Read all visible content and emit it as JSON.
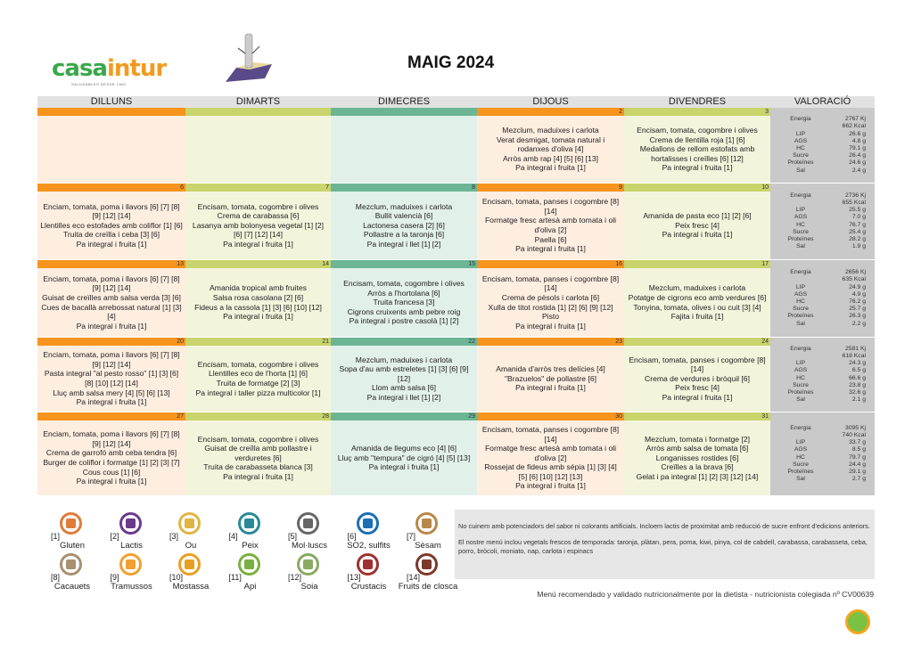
{
  "header": {
    "brand_a": "casa",
    "brand_b": "intur",
    "brand_tagline": "SALUDABLES DESDE 1961",
    "title": "MAIG 2024"
  },
  "columns": [
    "DILLUNS",
    "DIMARTS",
    "DIMECRES",
    "DIJOUS",
    "DIVENDRES",
    "VALORACIÓ"
  ],
  "weeks": [
    {
      "days": [
        {
          "n": "",
          "lines": []
        },
        {
          "n": "",
          "lines": []
        },
        {
          "n": "",
          "lines": []
        },
        {
          "n": "2",
          "lines": [
            "Mezclum, maduixes i carlota",
            "Verat desmigat, tomata natural i rodanxes d'oliva [4]",
            "Arròs amb rap [4] [5] [6] [13]",
            "Pa integral i fruita [1]"
          ]
        },
        {
          "n": "3",
          "lines": [
            "Encisam, tomata, cogombre i olives",
            "Crema de llentilla roja [1] [6]",
            "Medallons de rellom estofats amb hortalisses i creïlles [6] [12]",
            "Pa integral i fruita [1]"
          ]
        }
      ],
      "val": [
        "2767 Kj",
        "662 Kcal",
        "26.6 g",
        "4.8 g",
        "79.1 g",
        "26.4 g",
        "24.6 g",
        "2.4 g"
      ]
    },
    {
      "days": [
        {
          "n": "6",
          "lines": [
            "Enciam, tomata, poma i llavors [6] [7] [8] [9] [12] [14]",
            "Llentilles eco estofades amb coliflor [1] [6]",
            "Truita de creïlla i ceba [3] [6]",
            "Pa integral i fruita [1]"
          ]
        },
        {
          "n": "7",
          "lines": [
            "Encisam, tomata, cogombre i olives",
            "Crema de carabassa [6]",
            "Lasanya amb bolonyesa vegetal [1] [2] [6] [7] [12] [14]",
            "Pa integral i fruita [1]"
          ]
        },
        {
          "n": "8",
          "lines": [
            "Mezclum, maduixes i carlota",
            "Bullit valencià [6]",
            "Lactonesa casera [2] [6]",
            "Pollastre a la taronja [6]",
            "Pa integral i llet [1] [2]"
          ]
        },
        {
          "n": "9",
          "lines": [
            "Encisam, tomata, panses i cogombre [8] [14]",
            "Formatge fresc artesà amb tomata i oli d'oliva [2]",
            "Paella [6]",
            "Pa integral i fruita [1]"
          ]
        },
        {
          "n": "10",
          "lines": [
            "Amanida de pasta eco [1] [2] [6]",
            "Peix fresc [4]",
            "Pa integral i fruita [1]"
          ]
        }
      ],
      "val": [
        "2736 Kj",
        "655 Kcal",
        "25.5 g",
        "7.0 g",
        "76.7 g",
        "25.4 g",
        "28.2 g",
        "1.9 g"
      ]
    },
    {
      "days": [
        {
          "n": "13",
          "lines": [
            "Enciam, tomata, poma i llavors [6] [7] [8] [9] [12] [14]",
            "Guisat de creïlles amb salsa verda [3] [6]",
            "Cues de bacallà arrebossat natural [1] [3] [4]",
            "Pa integral i fruita [1]"
          ]
        },
        {
          "n": "14",
          "lines": [
            "Amanida tropical amb fruites",
            "Salsa rosa casolana [2] [6]",
            "Fideus a la cassola [1] [3] [6] [10] [12]",
            "Pa integral i fruita [1]"
          ]
        },
        {
          "n": "15",
          "lines": [
            "Encisam, tomata, cogombre i olives",
            "Arròs a l'hortolana [6]",
            "Truita francesa [3]",
            "Cigrons cruixents amb pebre roig",
            "Pa integral i postre casolà [1] [2]"
          ]
        },
        {
          "n": "16",
          "lines": [
            "Encisam, tomata, panses i cogombre [8] [14]",
            "Crema de pèsols i carlota [6]",
            "Xulla de titot rostida [1] [2] [6] [9] [12]",
            "Pisto",
            "Pa integral i fruita [1]"
          ]
        },
        {
          "n": "17",
          "lines": [
            "Mezclum, maduixes i carlota",
            "Potatge de cigrons eco amb verdures [6]",
            "Tonyina, tomata, olives i ou cuit [3] [4]",
            "Fajita i fruita [1]"
          ]
        }
      ],
      "val": [
        "2656 Kj",
        "635 Kcal",
        "24.9 g",
        "4.9 g",
        "76.2 g",
        "25.7 g",
        "26.3 g",
        "2.2 g"
      ]
    },
    {
      "days": [
        {
          "n": "20",
          "lines": [
            "Enciam, tomata, poma i llavors [6] [7] [8] [9] [12] [14]",
            "Pasta integral \"al pesto rosso\" [1] [3] [6] [8] [10] [12] [14]",
            "Lluç amb salsa mery [4] [5] [6] [13]",
            "Pa integral i fruita [1]"
          ]
        },
        {
          "n": "21",
          "lines": [
            "Encisam, tomata, cogombre i olives",
            "Llentilles eco de l'horta [1] [6]",
            "Truita de formatge [2] [3]",
            "Pa integral i taller pizza multicolor [1]"
          ]
        },
        {
          "n": "22",
          "lines": [
            "Mezclum, maduixes i carlota",
            "Sopa d'au amb estreletes [1] [3] [6] [9] [12]",
            "Llom amb salsa [6]",
            "Pa integral i llet [1] [2]"
          ]
        },
        {
          "n": "23",
          "lines": [
            "Amanida d'arròs tres delícies [4]",
            "\"Brazuelos\" de pollastre [6]",
            "Pa integral i fruita [1]"
          ]
        },
        {
          "n": "24",
          "lines": [
            "Encisam, tomata, panses i cogombre [8] [14]",
            "Crema de verdures i bròquil [6]",
            "Peix fresc [4]",
            "Pa integral i fruita [1]"
          ]
        }
      ],
      "val": [
        "2581 Kj",
        "618 Kcal",
        "24.3 g",
        "6.5 g",
        "66.6 g",
        "23.8 g",
        "32.6 g",
        "2.1 g"
      ]
    },
    {
      "days": [
        {
          "n": "27",
          "lines": [
            "Enciam, tomata, poma i llavors [6] [7] [8] [9] [12] [14]",
            "Crema de garrofó amb ceba tendra [6]",
            "Burger de coliflor i formatge [1] [2] [3] [7]",
            "Cous cous [1] [6]",
            "Pa integral i fruita [1]"
          ]
        },
        {
          "n": "28",
          "lines": [
            "Encisam, tomata, cogombre i olives",
            "Guisat de creïlla amb pollastre i verduretes [6]",
            "Truita de carabasseta blanca [3]",
            "Pa integral i fruita [1]"
          ]
        },
        {
          "n": "29",
          "lines": [
            "Amanida de llegums eco [4] [6]",
            "Lluç amb \"tempura\" de cigró [4] [5] [13]",
            "Pa integral i fruita [1]"
          ]
        },
        {
          "n": "30",
          "lines": [
            "Encisam, tomata, panses i cogombre [8] [14]",
            "Formatge fresc artesà amb tomata i oli d'oliva [2]",
            "Rossejat de fideus amb sépia [1] [3] [4] [5] [6] [10] [12] [13]",
            "Pa integral i fruita [1]"
          ]
        },
        {
          "n": "31",
          "lines": [
            "Mezclum, tomata i formatge [2]",
            "Arròs amb salsa de tomata [6]",
            "Longanisses rostides [6]",
            "Creïlles a la brava [6]",
            "Gelat i pa integral [1] [2] [3] [12] [14]"
          ]
        }
      ],
      "val": [
        "3095 Kj",
        "740 Kcal",
        "33.7 g",
        "8.5 g",
        "79.7 g",
        "24.4 g",
        "29.1 g",
        "2.7 g"
      ]
    }
  ],
  "val_labels": [
    "Energia",
    "",
    "LIP",
    "AGS",
    "HC",
    "Sucre",
    "Proteïnes",
    "Sal"
  ],
  "allergens": [
    {
      "num": "[1]",
      "label": "Gluten",
      "color": "#e07b39"
    },
    {
      "num": "[2]",
      "label": "Lactis",
      "color": "#6b3a8c"
    },
    {
      "num": "[3]",
      "label": "Ou",
      "color": "#e2b442"
    },
    {
      "num": "[4]",
      "label": "Peix",
      "color": "#2a8a9a"
    },
    {
      "num": "[5]",
      "label": "Mol·luscs",
      "color": "#666666"
    },
    {
      "num": "[6]",
      "label": "SO2, sulfits",
      "color": "#1a6fb5"
    },
    {
      "num": "[7]",
      "label": "Sèsam",
      "color": "#b8874a"
    },
    {
      "num": "[8]",
      "label": "Cacauets",
      "color": "#a89070"
    },
    {
      "num": "[9]",
      "label": "Tramussos",
      "color": "#f0a030"
    },
    {
      "num": "[10]",
      "label": "Mostassa",
      "color": "#e8a020"
    },
    {
      "num": "[11]",
      "label": "Api",
      "color": "#7ab040"
    },
    {
      "num": "[12]",
      "label": "Soia",
      "color": "#8aaa60"
    },
    {
      "num": "[13]",
      "label": "Crustacis",
      "color": "#a03030"
    },
    {
      "num": "[14]",
      "label": "Fruits de closca",
      "color": "#7a3a2a"
    }
  ],
  "notes": [
    "No cuinem amb potenciadors del sabor ni colorants artificials. Incloem lactis de proximitat amb reducció de sucre enfront d'edicions anteriors.",
    "El nostre menú inclou vegetals frescos de temporada: taronja, plàtan, pera, poma, kiwi, pinya, col de cabdell, carabassa, carabasseta, ceba, porro, bròcoli, moniato, nap, carlota i espinacs"
  ],
  "footer": "Menú recomendado y validado nutricionalmente por la dietista - nutricionista colegiada nº CV00639"
}
